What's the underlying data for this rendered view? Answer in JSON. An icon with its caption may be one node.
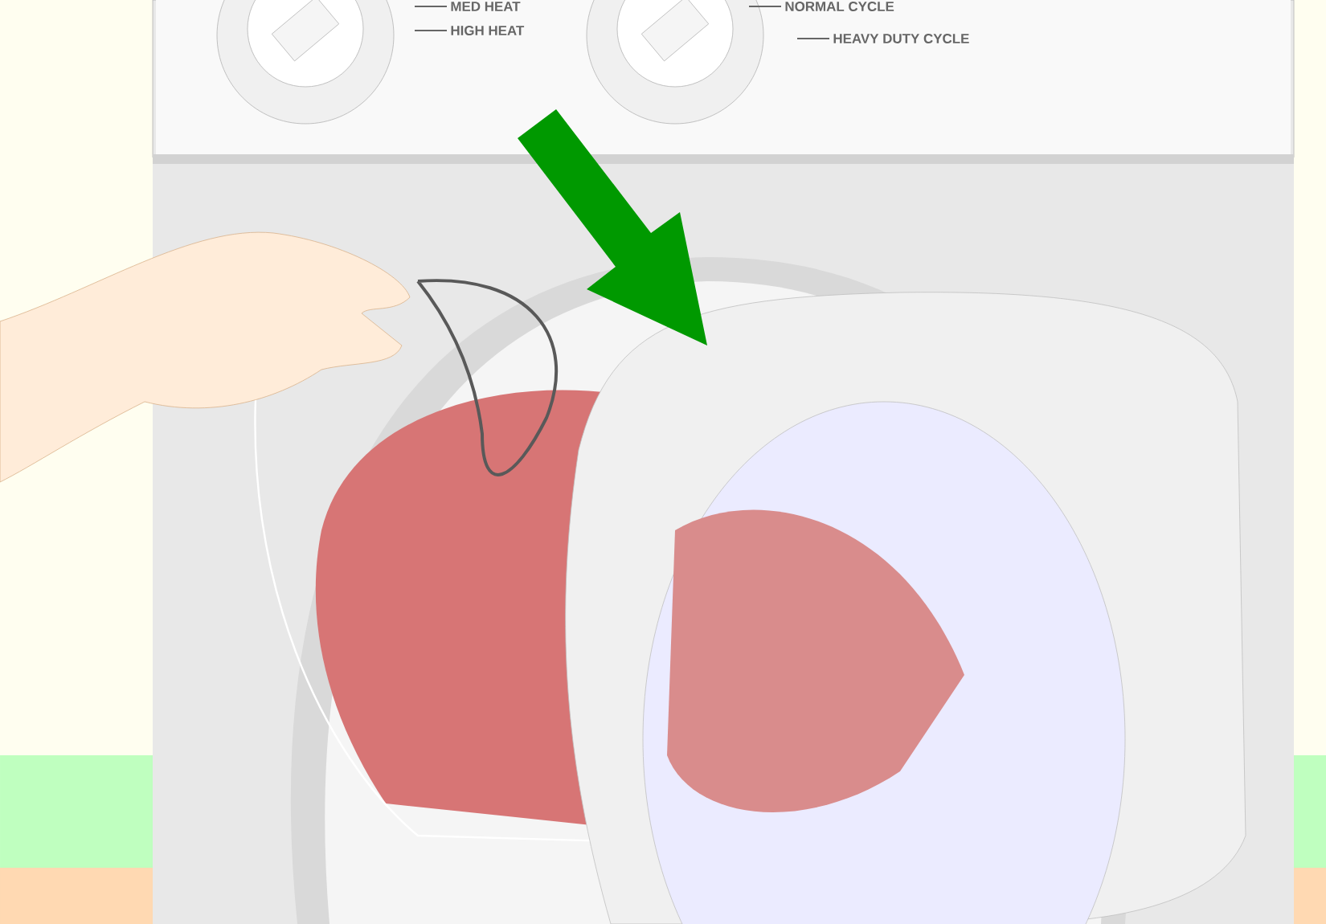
{
  "diagram": {
    "labels": [
      "MED HEAT",
      "NORMAL CYCLE",
      "HIGH HEAT",
      "HEAVY DUTY CYCLE"
    ]
  }
}
